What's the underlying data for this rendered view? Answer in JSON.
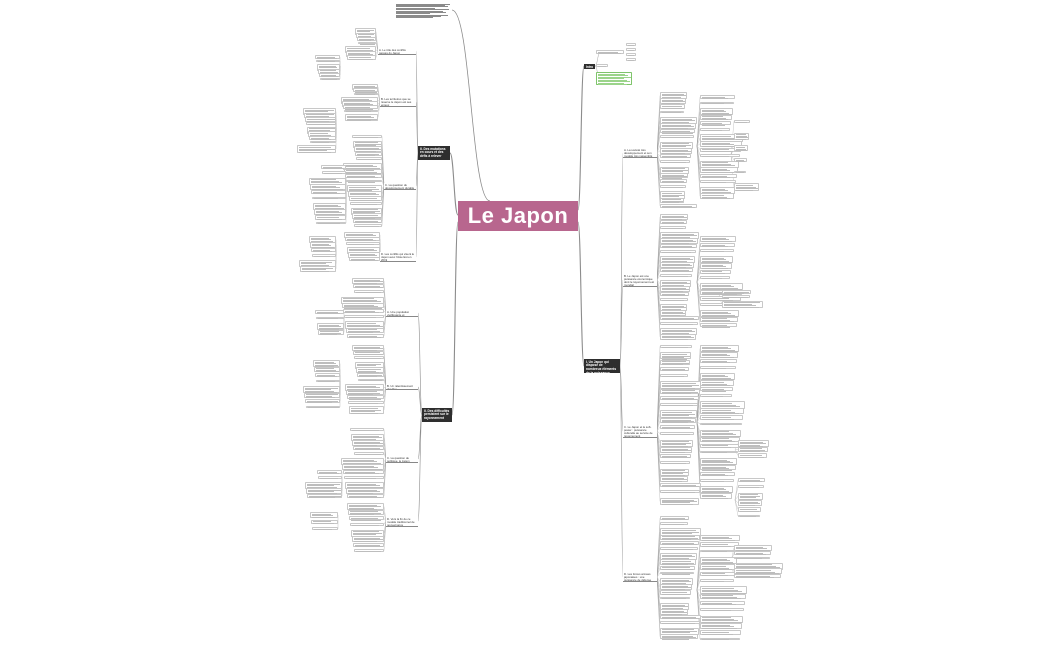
{
  "diagram": {
    "title": "Le Japon",
    "colors": {
      "central": "#b8668e",
      "main_topic": "#2e2e2e",
      "branch": "#8c8c8c",
      "note_border": "#7fc46b"
    },
    "main_topics": {
      "top_left": "II. Des mutations en cours et des défis à relever",
      "bottom_left": "II. Des difficultés persistent sur le rayonnement",
      "top_right": "Intro",
      "bottom_right": "I. Un Japon qui dispose de nombreux éléments de la puissance"
    },
    "subtopics": {
      "left_upper": [
        "A. Le rôle des conflits passés du Japon",
        "B. Les territoires que se réserve le Japon est ses enjeux",
        "C. La question du développement durable",
        "D. Les conflits qui visent le Japon avec l'Asie Est en 2019"
      ],
      "left_lower": [
        "A. Une population vieillissante et l'immigration",
        "B. Un ralentissement des flux",
        "C. La question de politique, le Japon",
        "D. Vers la fin de ce modèle traditionnel de gouvernance"
      ],
      "right": [
        "A. La société très développement et son modèle très rassemblé",
        "B. Le Japon est une puissance économique dont le rayonnement est mondial",
        "C. Le Japon et le soft-power : puissance culturelle au service de rayonnement",
        "D. Les forces armées japonaises : une puissance de défense"
      ]
    }
  }
}
